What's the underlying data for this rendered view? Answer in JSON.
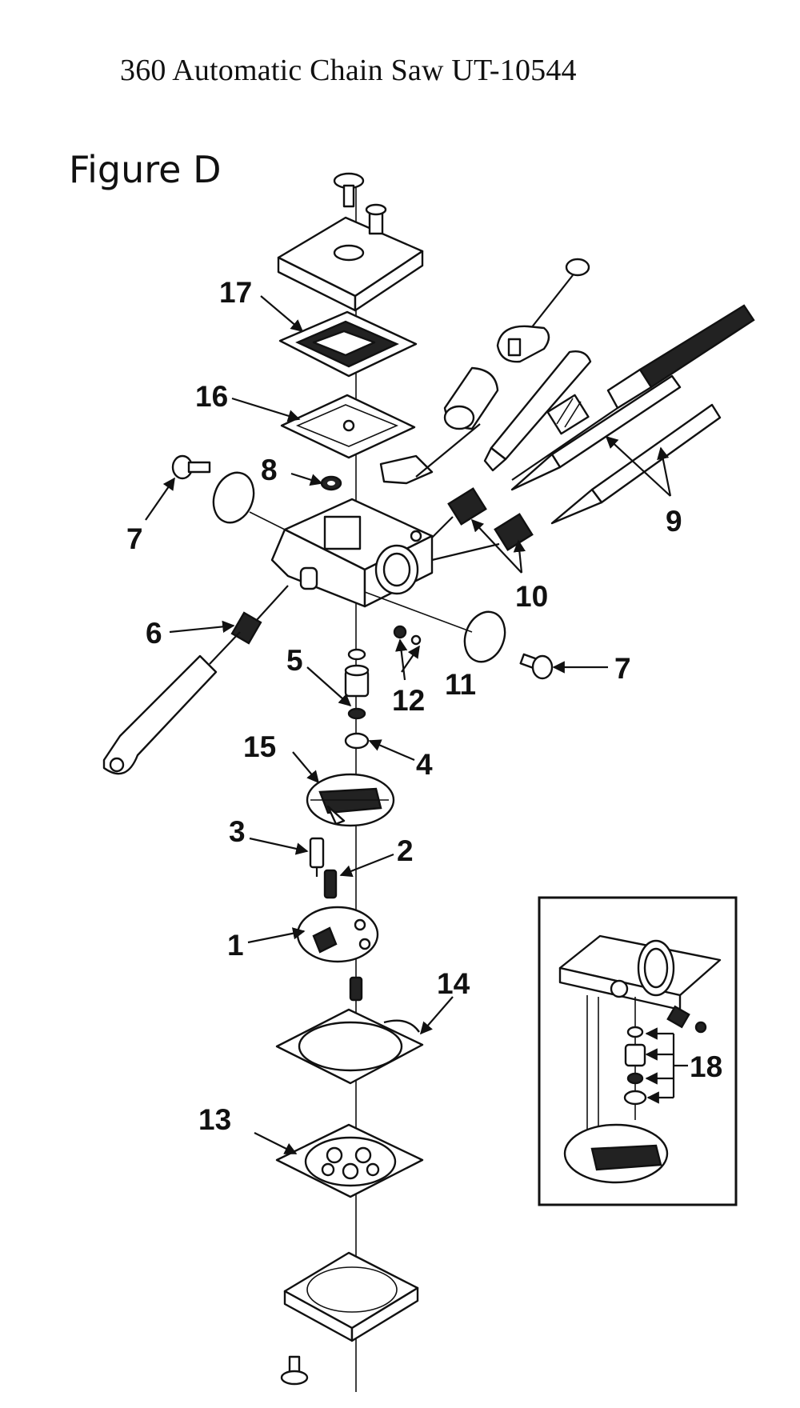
{
  "header": {
    "title": "360 Automatic Chain Saw UT-10544",
    "figure": "Figure D"
  },
  "callouts": {
    "c1": "1",
    "c2": "2",
    "c3": "3",
    "c4": "4",
    "c5": "5",
    "c6": "6",
    "c7": "7",
    "c8": "8",
    "c9": "9",
    "c10": "10",
    "c11": "11",
    "c12": "12",
    "c13": "13",
    "c14": "14",
    "c15": "15",
    "c16": "16",
    "c17": "17",
    "c18": "18"
  }
}
